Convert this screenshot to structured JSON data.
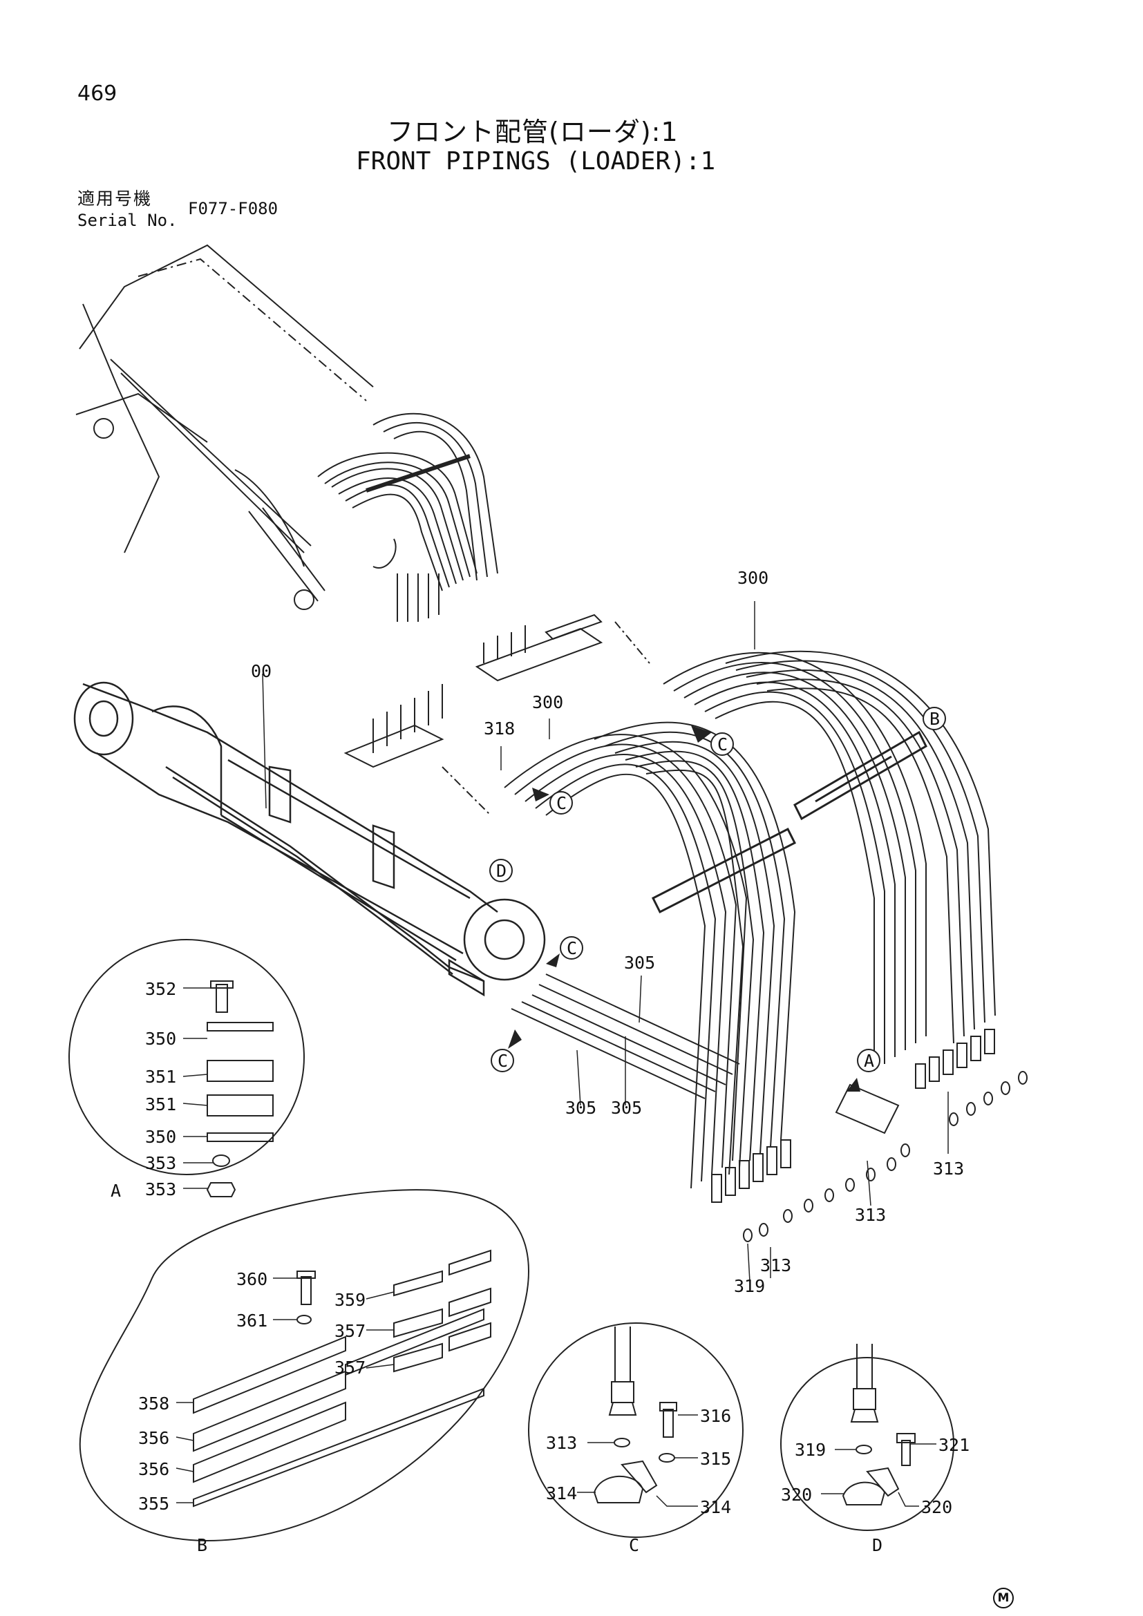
{
  "header": {
    "page_number": "469",
    "title_jp": "フロント配管(ローダ):1",
    "title_en": "FRONT PIPINGS (LOADER):1",
    "serial_label_jp": "適用号機",
    "serial_label_en": "Serial No.",
    "serial_value": "F077-F080"
  },
  "callouts": {
    "main": [
      "00",
      "300",
      "300",
      "318",
      "305",
      "305",
      "305",
      "313",
      "313",
      "313",
      "319"
    ],
    "detail_refs": [
      "A",
      "B",
      "C",
      "C",
      "C",
      "C",
      "D"
    ],
    "detail_a": [
      "352",
      "350",
      "351",
      "351",
      "350",
      "353",
      "353"
    ],
    "detail_b": [
      "360",
      "361",
      "359",
      "357",
      "357",
      "358",
      "356",
      "356",
      "355"
    ],
    "detail_c": [
      "316",
      "313",
      "315",
      "314",
      "314"
    ],
    "detail_d": [
      "321",
      "319",
      "320",
      "320"
    ],
    "circle_labels": [
      "A",
      "B",
      "C",
      "D"
    ]
  },
  "footer": {
    "mark": "M"
  }
}
